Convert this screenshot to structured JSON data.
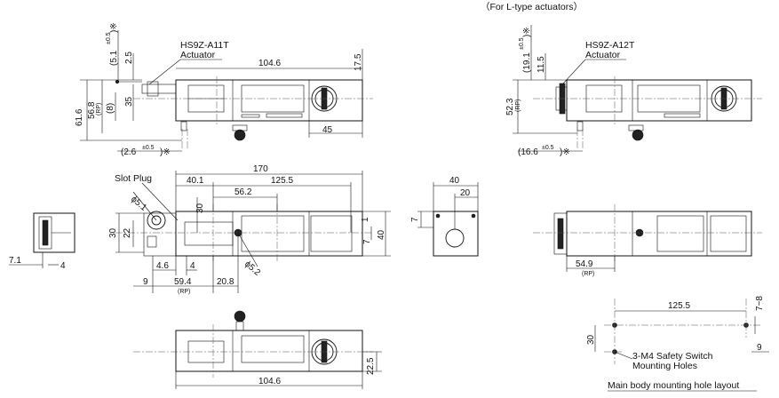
{
  "header": {
    "l_type_note": "（For L-type actuators）"
  },
  "top_view": {
    "actuator_label": "HS9Z-A11T",
    "actuator_sub": "Actuator",
    "dims": {
      "d1046": "104.6",
      "d175": "17.5",
      "d45": "45",
      "d616": "61.6",
      "d568": "56.8",
      "rp": "(RP)",
      "d8": "(8)",
      "d35": "35",
      "d25": "2.5",
      "d51tol": "(5.1",
      "tol05": "±0.5",
      "tol_close": ")※",
      "d26tol": "(2.6",
      "d26close": ")※"
    }
  },
  "top_view_l": {
    "actuator_label": "HS9Z-A12T",
    "actuator_sub": "Actuator",
    "dims": {
      "d191": "(19.1",
      "d115": "11.5",
      "d523": "52.3",
      "rp": "(RP)",
      "d166": "(16.6"
    }
  },
  "front_view": {
    "slot_plug": "Slot Plug",
    "dims": {
      "d170": "170",
      "d401": "40.1",
      "d1255": "125.5",
      "d562": "56.2",
      "d30": "30",
      "d51": "ϕ5.1",
      "d22": "22",
      "d30b": "30",
      "d40": "40",
      "d7": "7",
      "d1": "1",
      "d46": "4.6",
      "d4": "4",
      "d9": "9",
      "d594": "59.4",
      "rp": "(RP)",
      "d208": "20.8",
      "d52": "ϕ5.2"
    }
  },
  "left_view": {
    "dims": {
      "d71": "7.1",
      "d4": "4"
    }
  },
  "end_view": {
    "dims": {
      "d40": "40",
      "d20": "20",
      "d7": "7"
    }
  },
  "front_view_l": {
    "dims": {
      "d549": "54.9",
      "rp": "(RP)"
    }
  },
  "bottom_view": {
    "dims": {
      "d1046": "104.6",
      "d225": "22.5"
    }
  },
  "hole_layout": {
    "dims": {
      "d1255": "125.5",
      "d30": "30",
      "d78": "7~8",
      "d9": "9"
    },
    "note_line1": "3-M4 Safety Switch",
    "note_line2": "Mounting Holes",
    "caption": "Main body mounting hole layout"
  }
}
